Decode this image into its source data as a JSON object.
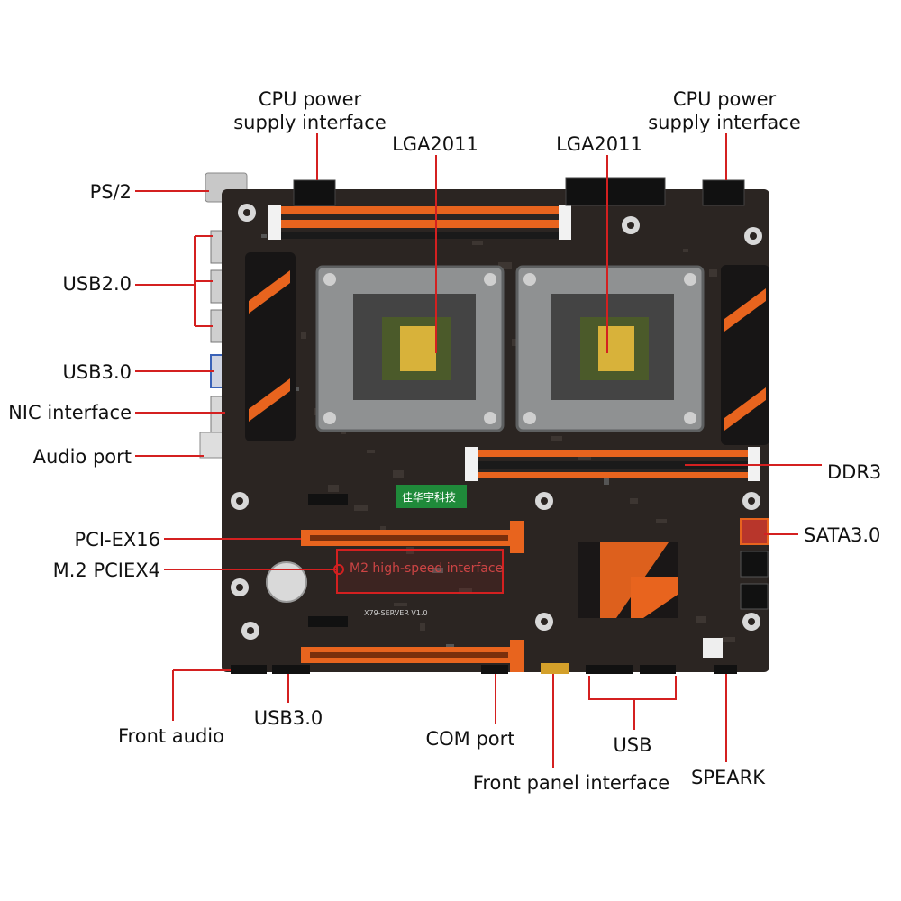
{
  "labels": {
    "cpu_power_left": [
      "CPU power",
      "supply interface"
    ],
    "cpu_power_right": [
      "CPU power",
      "supply interface"
    ],
    "lga_left": "LGA2011",
    "lga_right": "LGA2011",
    "ps2": "PS/2",
    "usb20": "USB2.0",
    "usb30_rear": "USB3.0",
    "nic": "NIC interface",
    "audio": "Audio port",
    "ddr3": "DDR3",
    "pciex16": "PCI-EX16",
    "m2": "M.2 PCIEX4",
    "m2_callout": "M2 high-speed interface",
    "sata": "SATA3.0",
    "front_audio": "Front audio",
    "usb30_front": "USB3.0",
    "com": "COM port",
    "usb": "USB",
    "front_panel": "Front panel interface",
    "speark": "SPEARK"
  },
  "board": {
    "badge_text": "佳华宇科技",
    "model_text": "X79-SERVER V1.0"
  },
  "colors": {
    "leader": "#d42020",
    "pcb": "#2b2522",
    "slot": "#e8641e",
    "heatsink": "#171515",
    "socket": "#9a9a9a"
  }
}
